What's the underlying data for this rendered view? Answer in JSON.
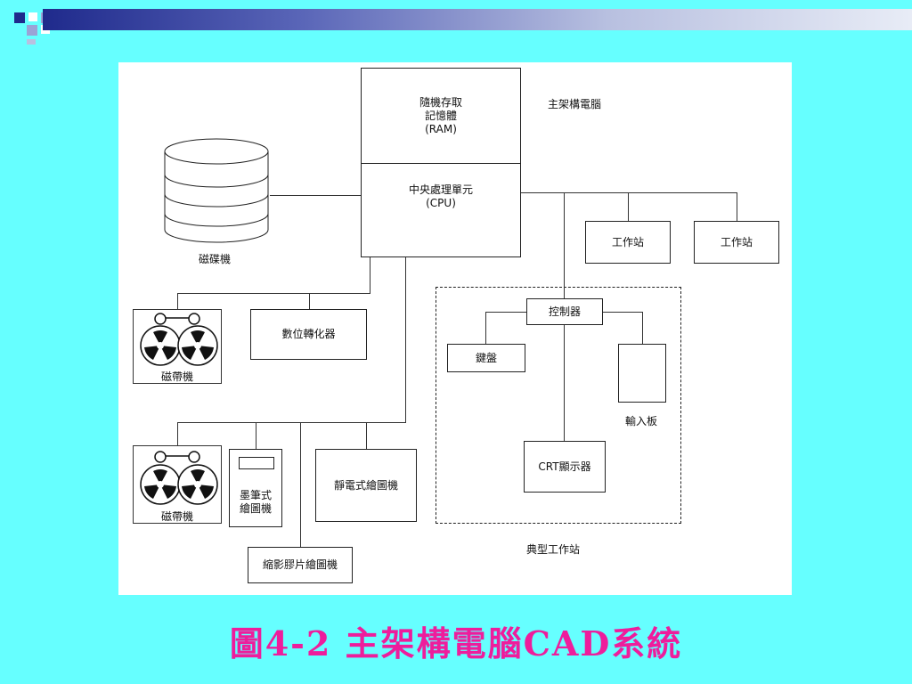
{
  "caption": "圖4-2  主架構電腦CAD系統",
  "diagram": {
    "ram_label": "隨機存取\n記憶體\n(RAM)",
    "cpu_label": "中央處理單元\n(CPU)",
    "mainframe_label": "主架構電腦",
    "disk_label": "磁碟機",
    "workstation_1": "工作站",
    "workstation_2": "工作站",
    "controller": "控制器",
    "keyboard": "鍵盤",
    "tablet": "輸入板",
    "crt": "CRT顯示器",
    "typical_workstation": "典型工作站",
    "digitizer": "數位轉化器",
    "tape_1": "磁帶機",
    "tape_2": "磁帶機",
    "pen_plotter": "墨筆式\n繪圖機",
    "electrostatic_plotter": "靜電式繪圖機",
    "microfilm_plotter": "縮影膠片繪圖機"
  },
  "colors": {
    "background": "#66ffff",
    "caption": "#ee1d9c",
    "title_bar": "#1f2a8c"
  }
}
